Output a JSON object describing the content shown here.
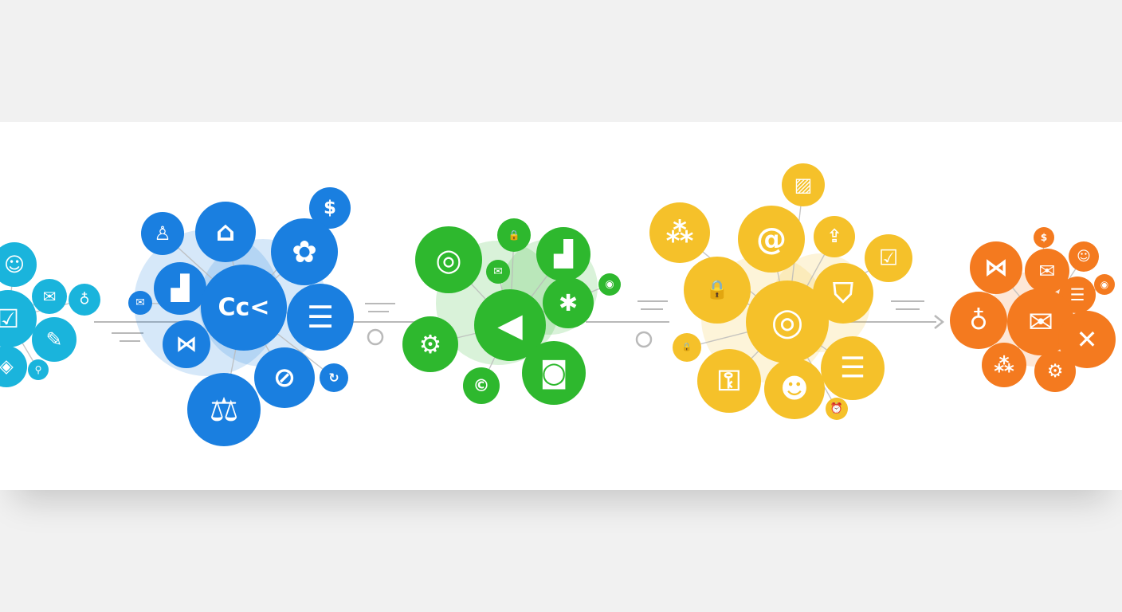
{
  "colors": {
    "page_background": "#f1f1f1",
    "banner_background": "#ffffff",
    "connector": "#b9b9b9",
    "clusters": {
      "cyan": "#1ab4dc",
      "blue": "#1a7fe0",
      "green": "#2eb82e",
      "yellow": "#f5c12a",
      "orange": "#f47a1f"
    }
  },
  "clusters": [
    {
      "name": "cyan",
      "nodes": [
        {
          "icon": "chat-icon",
          "glyph": "☺"
        },
        {
          "icon": "mail-icon",
          "glyph": "✉"
        },
        {
          "icon": "lightbulb-icon",
          "glyph": "♁"
        },
        {
          "icon": "checklist-icon",
          "glyph": "☑"
        },
        {
          "icon": "edit-icon",
          "glyph": "✎"
        },
        {
          "icon": "diamond-icon",
          "glyph": "◈"
        },
        {
          "icon": "location-icon",
          "glyph": "⚲"
        }
      ]
    },
    {
      "name": "blue",
      "nodes": [
        {
          "icon": "user-icon",
          "glyph": "♙"
        },
        {
          "icon": "home-icon",
          "glyph": "⌂"
        },
        {
          "icon": "money-icon",
          "glyph": "$"
        },
        {
          "icon": "analytics-chart-icon",
          "glyph": "▟"
        },
        {
          "icon": "target-icon",
          "glyph": "Cc<"
        },
        {
          "icon": "palette-icon",
          "glyph": "✿"
        },
        {
          "icon": "list-icon",
          "glyph": "☰"
        },
        {
          "icon": "mail-icon",
          "glyph": "✉"
        },
        {
          "icon": "shuffle-icon",
          "glyph": "⋈"
        },
        {
          "icon": "link-icon",
          "glyph": "⊘"
        },
        {
          "icon": "balance-scale-icon",
          "glyph": "⚖"
        },
        {
          "icon": "refresh-icon",
          "glyph": "↻"
        }
      ]
    },
    {
      "name": "green",
      "nodes": [
        {
          "icon": "target-icon",
          "glyph": "◎"
        },
        {
          "icon": "lock-icon",
          "glyph": "🔒"
        },
        {
          "icon": "growth-chart-icon",
          "glyph": "▟"
        },
        {
          "icon": "mail-icon",
          "glyph": "✉"
        },
        {
          "icon": "record-icon",
          "glyph": "◉"
        },
        {
          "icon": "gear-icon",
          "glyph": "⚙"
        },
        {
          "icon": "megaphone-icon",
          "glyph": "◀"
        },
        {
          "icon": "network-icon",
          "glyph": "✱"
        },
        {
          "icon": "camera-icon",
          "glyph": "◙"
        },
        {
          "icon": "copyright-icon",
          "glyph": "©"
        }
      ]
    },
    {
      "name": "yellow",
      "nodes": [
        {
          "icon": "image-icon",
          "glyph": "▨"
        },
        {
          "icon": "network-icon",
          "glyph": "⁂"
        },
        {
          "icon": "at-sign-icon",
          "glyph": "@"
        },
        {
          "icon": "upload-icon",
          "glyph": "⇪"
        },
        {
          "icon": "checkmark-icon",
          "glyph": "☑"
        },
        {
          "icon": "lock-icon",
          "glyph": "🔒"
        },
        {
          "icon": "target-icon",
          "glyph": "◎"
        },
        {
          "icon": "award-icon",
          "glyph": "⛉"
        },
        {
          "icon": "lock-icon",
          "glyph": "🔒"
        },
        {
          "icon": "usb-icon",
          "glyph": "⚿"
        },
        {
          "icon": "team-icon",
          "glyph": "☻"
        },
        {
          "icon": "list-icon",
          "glyph": "☰"
        },
        {
          "icon": "alarm-icon",
          "glyph": "⏰"
        }
      ]
    },
    {
      "name": "orange",
      "nodes": [
        {
          "icon": "money-icon",
          "glyph": "$"
        },
        {
          "icon": "badge-icon",
          "glyph": "⋈"
        },
        {
          "icon": "mail-icon",
          "glyph": "✉"
        },
        {
          "icon": "chat-icon",
          "glyph": "☺"
        },
        {
          "icon": "list-icon",
          "glyph": "☰"
        },
        {
          "icon": "eye-icon",
          "glyph": "◉"
        },
        {
          "icon": "lightbulb-icon",
          "glyph": "♁"
        },
        {
          "icon": "envelope-icon",
          "glyph": "✉"
        },
        {
          "icon": "close-mail-icon",
          "glyph": "✕"
        },
        {
          "icon": "network-icon",
          "glyph": "⁂"
        },
        {
          "icon": "settings-icon",
          "glyph": "⚙"
        }
      ]
    }
  ]
}
